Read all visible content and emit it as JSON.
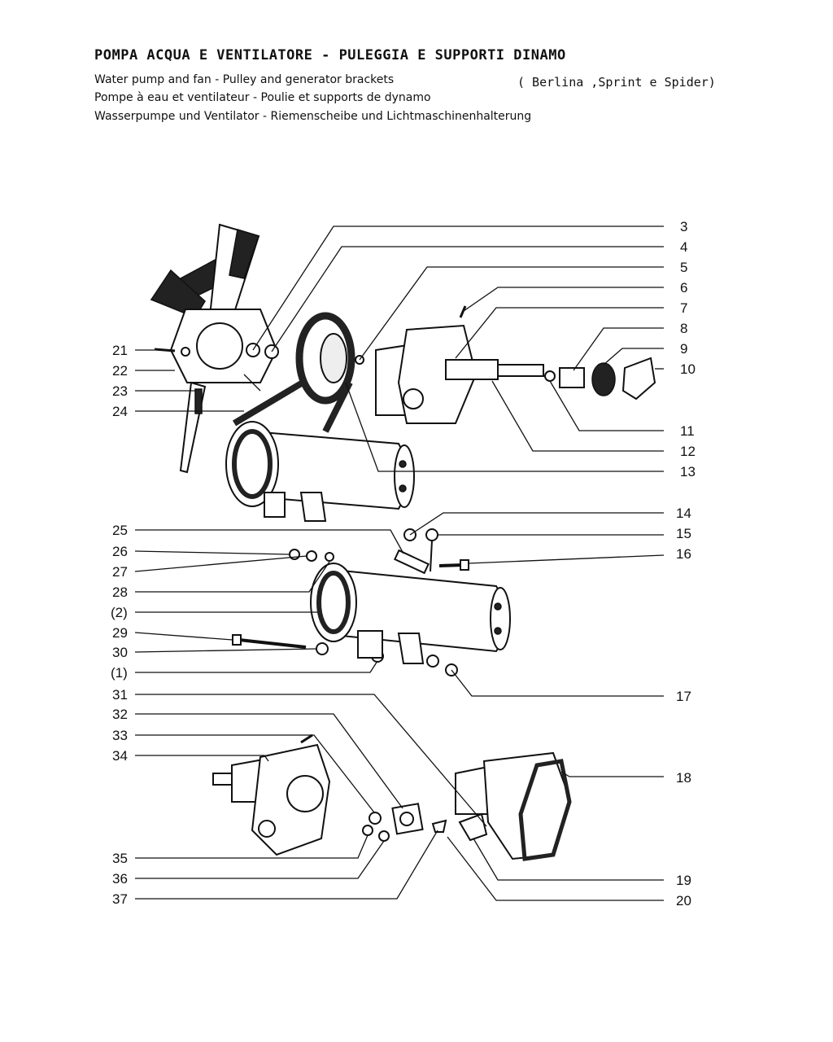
{
  "header": {
    "title_it": "POMPA ACQUA E VENTILATORE - PULEGGIA E SUPPORTI DINAMO",
    "title_en": "Water pump and fan - Pulley and generator brackets",
    "title_fr": "Pompe à eau et ventilateur - Poulie et supports de dynamo",
    "title_de": "Wasserpumpe und Ventilator - Riemenscheibe und Lichtmaschinenhalterung",
    "variants": "( Berlina ,Sprint e Spider)"
  },
  "callouts": {
    "c3": "3",
    "c4": "4",
    "c5": "5",
    "c6": "6",
    "c7": "7",
    "c8": "8",
    "c9": "9",
    "c10": "10",
    "c11": "11",
    "c12": "12",
    "c13": "13",
    "c14": "14",
    "c15": "15",
    "c16": "16",
    "c17": "17",
    "c18": "18",
    "c19": "19",
    "c20": "20",
    "c21": "21",
    "c22": "22",
    "c23": "23",
    "c24": "24",
    "c25": "25",
    "c26": "26",
    "c27": "27",
    "c28": "28",
    "c2p": "(2)",
    "c29": "29",
    "c30": "30",
    "c1p": "(1)",
    "c31": "31",
    "c32": "32",
    "c33": "33",
    "c34": "34",
    "c35": "35",
    "c36": "36",
    "c37": "37"
  }
}
